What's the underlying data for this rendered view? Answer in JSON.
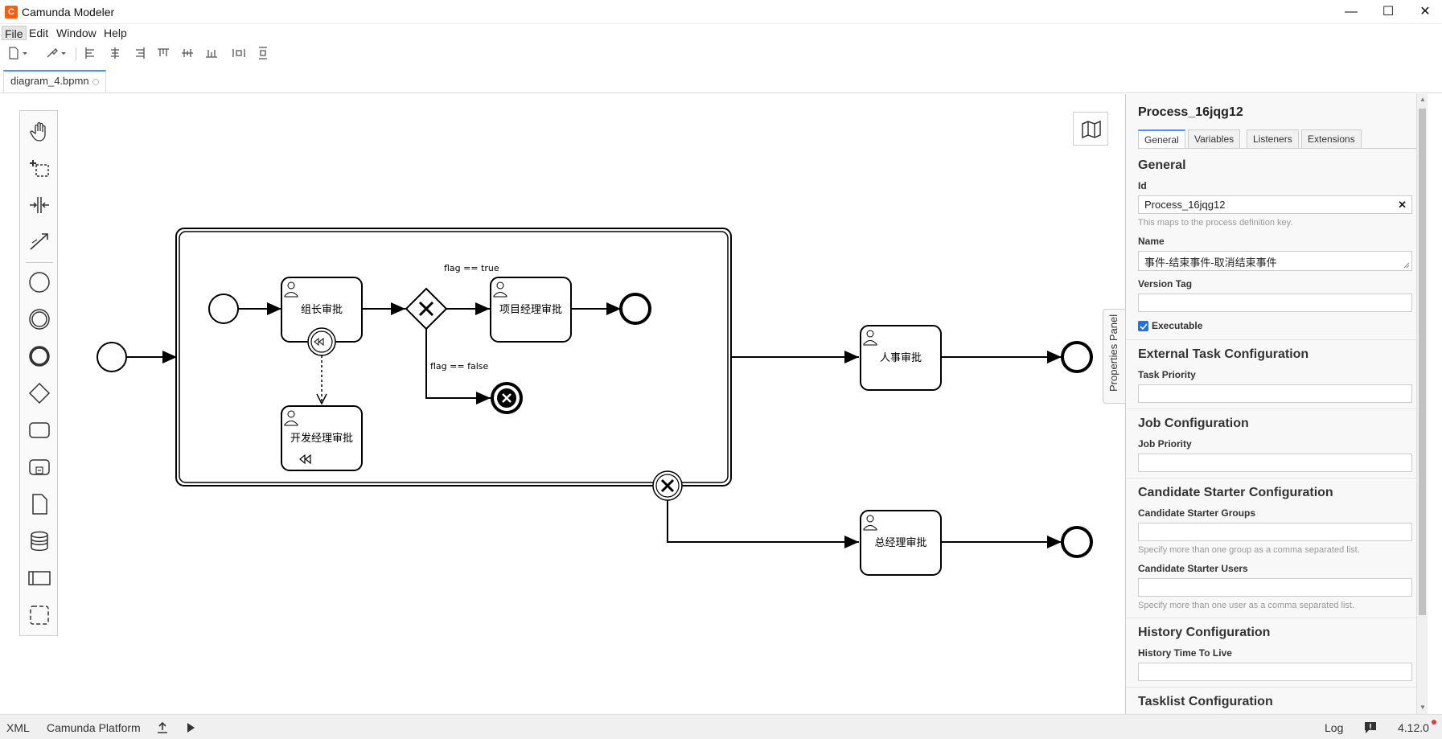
{
  "app": {
    "title": "Camunda Modeler",
    "icon_letter": "C"
  },
  "window_controls": [
    "minimize",
    "maximize",
    "close"
  ],
  "menu": [
    "File",
    "Edit",
    "Window",
    "Help"
  ],
  "toolbar": {
    "icons": [
      "new-file-icon",
      "dropdown-icon",
      "paint-brush-icon",
      "align-left-icon",
      "align-center-icon",
      "align-right-icon",
      "align-top-icon",
      "align-middle-icon",
      "align-bottom-icon",
      "distribute-horizontal-icon",
      "distribute-vertical-icon"
    ]
  },
  "tab": {
    "label": "diagram_4.bpmn"
  },
  "palette": {
    "tools": [
      "hand-tool-icon",
      "lasso-tool-icon",
      "space-tool-icon",
      "global-connect-icon",
      "start-event-icon",
      "intermediate-event-icon",
      "end-event-icon",
      "gateway-icon",
      "task-icon",
      "subprocess-icon",
      "data-object-icon",
      "data-store-icon",
      "pool-icon",
      "group-icon"
    ]
  },
  "diagram": {
    "tasks": {
      "group_lead": "组长审批",
      "project_manager": "项目经理审批",
      "dev_manager": "开发经理审批",
      "hr": "人事审批",
      "general_manager": "总经理审批"
    },
    "labels": {
      "flag_true": "flag == true",
      "flag_false": "flag == false"
    }
  },
  "properties_handle": "Properties Panel",
  "panel": {
    "title": "Process_16jqg12",
    "tabs": [
      "General",
      "Variables",
      "Listeners",
      "Extensions"
    ],
    "general": {
      "heading": "General",
      "id_label": "Id",
      "id_value": "Process_16jqg12",
      "id_hint": "This maps to the process definition key.",
      "name_label": "Name",
      "name_value": "事件-结束事件-取消结束事件",
      "version_label": "Version Tag",
      "version_value": "",
      "executable_label": "Executable",
      "executable_checked": true
    },
    "external_task": {
      "heading": "External Task Configuration",
      "priority_label": "Task Priority"
    },
    "job": {
      "heading": "Job Configuration",
      "priority_label": "Job Priority"
    },
    "candidate": {
      "heading": "Candidate Starter Configuration",
      "groups_label": "Candidate Starter Groups",
      "groups_hint": "Specify more than one group as a comma separated list.",
      "users_label": "Candidate Starter Users",
      "users_hint": "Specify more than one user as a comma separated list."
    },
    "history": {
      "heading": "History Configuration",
      "ttl_label": "History Time To Live"
    },
    "tasklist": {
      "heading": "Tasklist Configuration"
    }
  },
  "status": {
    "xml": "XML",
    "platform": "Camunda Platform",
    "log": "Log",
    "version": "4.12.0"
  },
  "colors": {
    "accent": "#4d90ff",
    "brand": "#fc5d0d",
    "notification": "#e23d3d"
  }
}
